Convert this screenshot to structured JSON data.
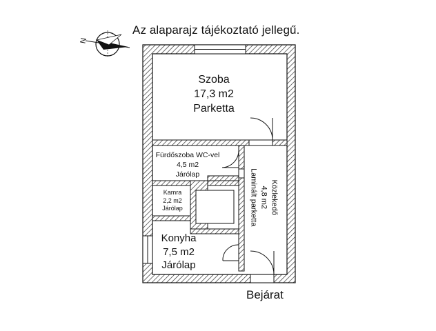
{
  "header": {
    "note": "Az alaparajz tájékoztató jellegű."
  },
  "compass": {
    "north_letter": "N",
    "icon": "compass-icon"
  },
  "rooms": {
    "szoba": {
      "name": "Szoba",
      "area": "17,3 m2",
      "floor": "Parketta"
    },
    "furdoszoba": {
      "name": "Fürdőszoba WC-vel",
      "area": "4,5 m2",
      "floor": "Járólap"
    },
    "kamra": {
      "name": "Kamra",
      "area": "2,2 m2",
      "floor": "Járólap"
    },
    "konyha": {
      "name": "Konyha",
      "area": "7,5 m2",
      "floor": "Járólap"
    },
    "kozlekedo": {
      "name": "Közlekedő",
      "area": "4,8 m2",
      "floor": "Laminált parketta"
    }
  },
  "entrance": {
    "label": "Bejárat"
  },
  "colors": {
    "wall_hatch": "#222222",
    "background": "#ffffff",
    "line": "#111111"
  }
}
